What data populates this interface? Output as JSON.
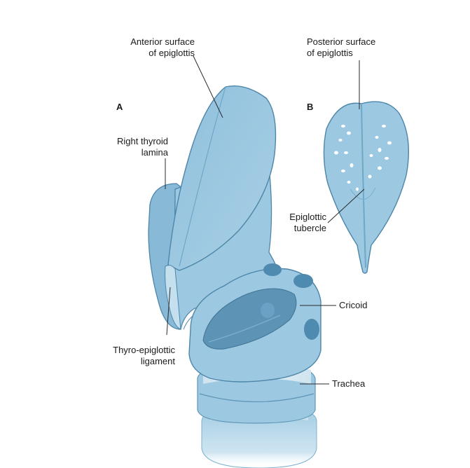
{
  "figure": {
    "panels": {
      "a": "A",
      "b": "B"
    },
    "labels": {
      "anterior_surface": [
        "Anterior surface",
        "of epiglottis"
      ],
      "posterior_surface": [
        "Posterior surface",
        "of epiglottis"
      ],
      "right_thyroid_lamina": [
        "Right thyroid",
        "lamina"
      ],
      "epiglottic_tubercle": [
        "Epiglottic",
        "tubercle"
      ],
      "thyro_epiglottic_ligament": [
        "Thyro-epiglottic",
        "ligament"
      ],
      "cricoid": "Cricoid",
      "trachea": "Trachea"
    },
    "colors": {
      "tissue_fill": "#9cc9e1",
      "tissue_shadow": "#6fa7c8",
      "tissue_outline": "#4d86a9",
      "leader_line": "#2a2a2a"
    }
  }
}
